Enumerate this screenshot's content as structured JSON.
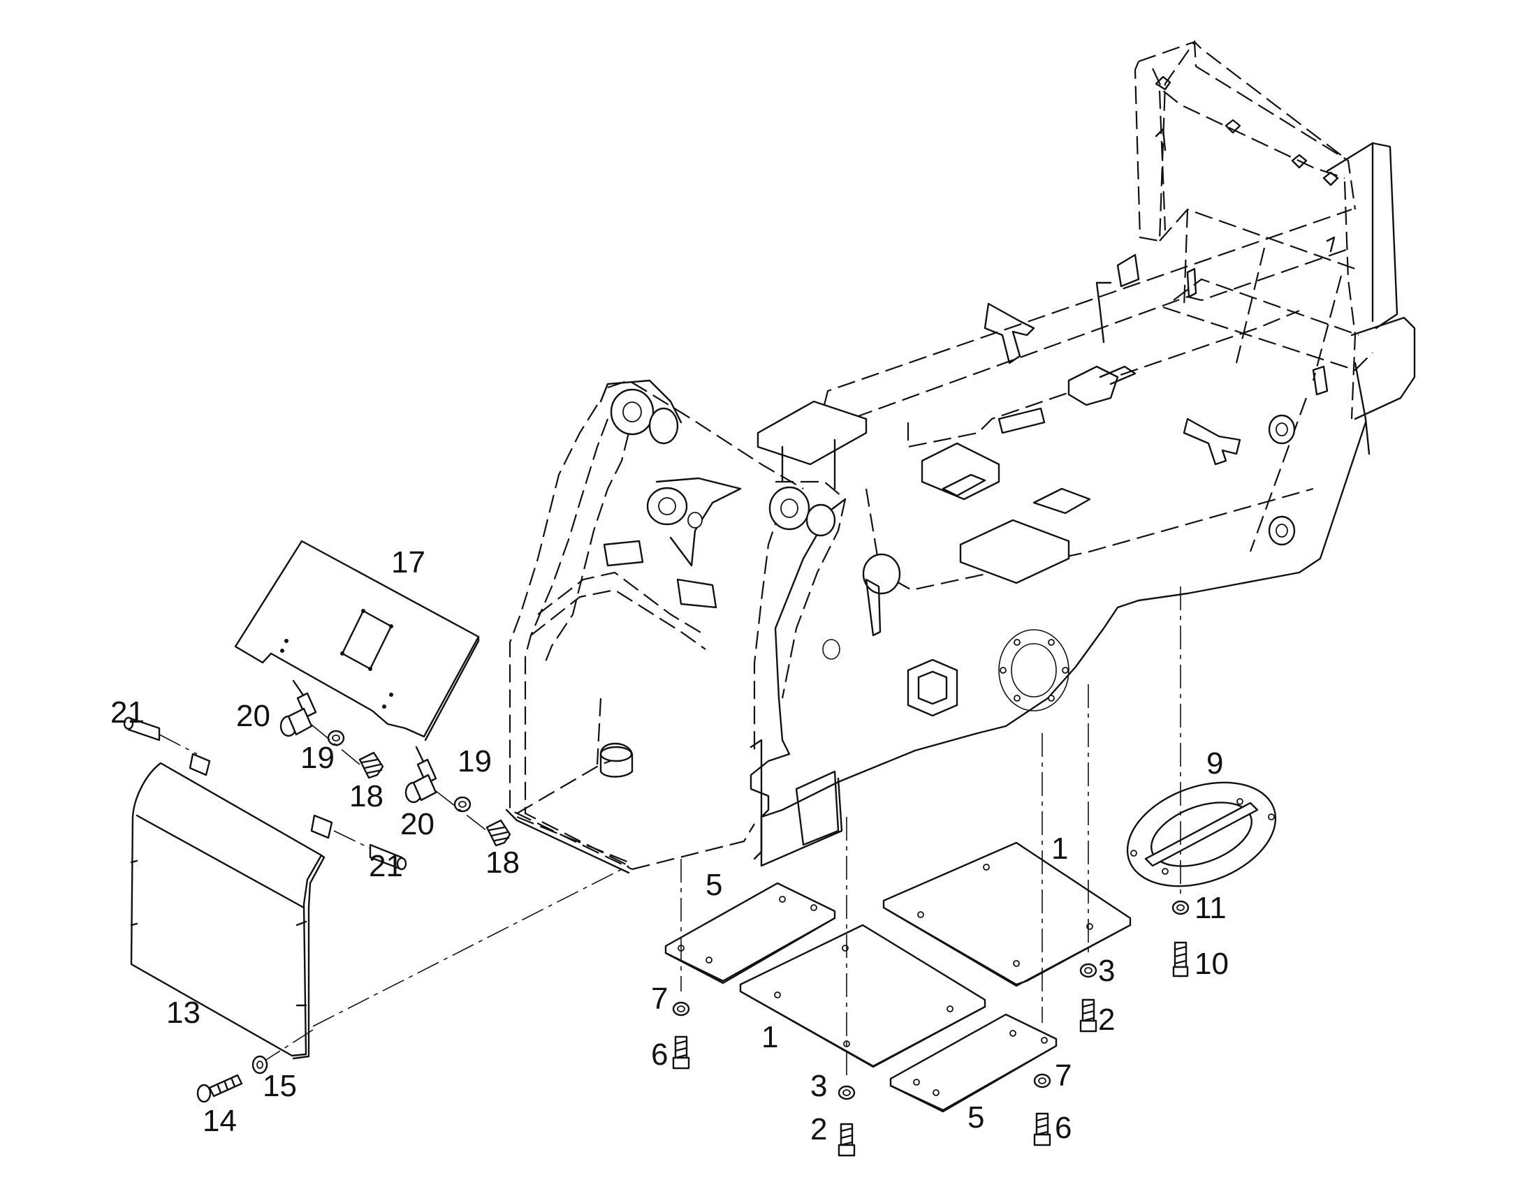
{
  "callouts": [
    {
      "id": "c17",
      "text": "17"
    },
    {
      "id": "c21a",
      "text": "21"
    },
    {
      "id": "c20a",
      "text": "20"
    },
    {
      "id": "c19a",
      "text": "19"
    },
    {
      "id": "c18a",
      "text": "18"
    },
    {
      "id": "c19b",
      "text": "19"
    },
    {
      "id": "c20b",
      "text": "20"
    },
    {
      "id": "c18b",
      "text": "18"
    },
    {
      "id": "c21b",
      "text": "21"
    },
    {
      "id": "c13",
      "text": "13"
    },
    {
      "id": "c14",
      "text": "14"
    },
    {
      "id": "c15",
      "text": "15"
    },
    {
      "id": "c9",
      "text": "9"
    },
    {
      "id": "c11",
      "text": "11"
    },
    {
      "id": "c10",
      "text": "10"
    },
    {
      "id": "c1a",
      "text": "1"
    },
    {
      "id": "c3a",
      "text": "3"
    },
    {
      "id": "c2a",
      "text": "2"
    },
    {
      "id": "c5a",
      "text": "5"
    },
    {
      "id": "c7a",
      "text": "7"
    },
    {
      "id": "c6a",
      "text": "6"
    },
    {
      "id": "c1b",
      "text": "1"
    },
    {
      "id": "c3b",
      "text": "3"
    },
    {
      "id": "c2b",
      "text": "2"
    },
    {
      "id": "c7b",
      "text": "7"
    },
    {
      "id": "c5b",
      "text": "5"
    },
    {
      "id": "c6b",
      "text": "6"
    }
  ]
}
